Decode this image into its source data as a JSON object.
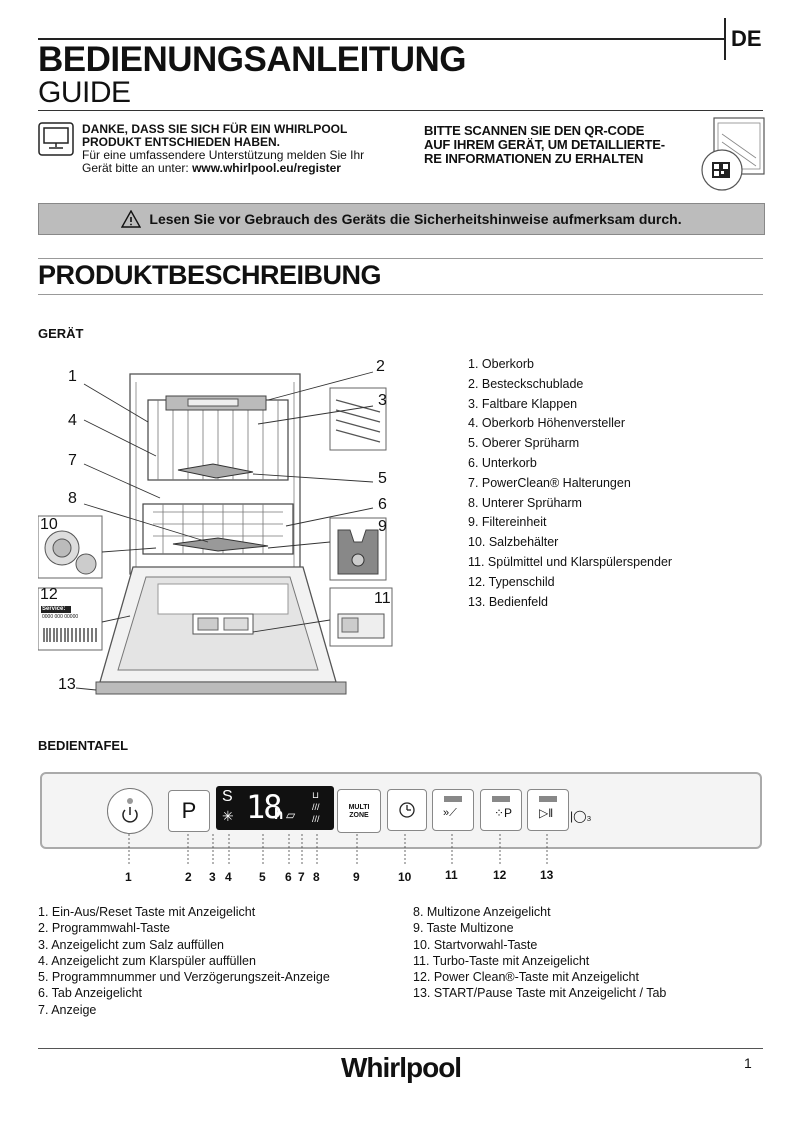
{
  "header": {
    "title": "BEDIENUNGSANLEITUNG",
    "subtitle": "GUIDE",
    "language": "DE"
  },
  "intro": {
    "thanks_line1": "DANKE, DASS SIE SICH FÜR EIN WHIRLPOOL",
    "thanks_line2": "PRODUKT ENTSCHIEDEN HABEN.",
    "support_line1": "Für eine umfassendere Unterstützung melden Sie Ihr",
    "support_line2_prefix": "Gerät bitte an unter: ",
    "support_url": "www.whirlpool.eu/register",
    "qr_line1": "BITTE SCANNEN SIE DEN QR-CODE",
    "qr_line2": "AUF IHREM GERÄT, UM DETAILLIERTE-",
    "qr_line3": "RE INFORMATIONEN ZU ERHALTEN"
  },
  "warning": "Lesen Sie vor Gebrauch des Geräts die Sicherheitshinweise aufmerksam durch.",
  "section_title": "PRODUKTBESCHREIBUNG",
  "device": {
    "heading": "GERÄT",
    "parts": [
      "1.  Oberkorb",
      "2.  Besteckschublade",
      "3.  Faltbare Klappen",
      "4.  Oberkorb Höhenversteller",
      "5.  Oberer Sprüharm",
      "6.  Unterkorb",
      "7.  PowerClean® Halterungen",
      "8.  Unterer Sprüharm",
      "9.  Filtereinheit",
      "10.  Salzbehälter",
      "11.  Spülmittel und Klarspülerspender",
      "12.  Typenschild",
      "13.  Bedienfeld"
    ],
    "callouts": [
      "1",
      "2",
      "3",
      "4",
      "5",
      "6",
      "7",
      "8",
      "9",
      "10",
      "11",
      "12",
      "13"
    ],
    "service_label": "Service:",
    "service_number": "0000 000 00000"
  },
  "panel": {
    "heading": "BEDIENTAFEL",
    "program_key": "P",
    "multizone_line1": "MULTI",
    "multizone_line2": "ZONE",
    "display_digits": "18",
    "display_h": "h",
    "numbers": [
      "1",
      "2",
      "3",
      "4",
      "5",
      "6",
      "7",
      "8",
      "9",
      "10",
      "11",
      "12",
      "13"
    ],
    "controls_left": [
      "1.  Ein-Aus/Reset Taste mit Anzeigelicht",
      "2.  Programmwahl-Taste",
      "3.  Anzeigelicht zum Salz auffüllen",
      "4.  Anzeigelicht zum Klarspüler auffüllen",
      "5.  Programmnummer und Verzögerungszeit-Anzeige",
      "6.  Tab Anzeigelicht",
      "7.  Anzeige"
    ],
    "controls_right": [
      "8.  Multizone Anzeigelicht",
      "9.  Taste Multizone",
      "10.  Startvorwahl-Taste",
      "11.  Turbo-Taste mit Anzeigelicht",
      "12.  Power Clean®-Taste mit Anzeigelicht",
      "13.  START/Pause Taste mit Anzeigelicht / Tab"
    ]
  },
  "footer": {
    "logo": "Whirlpool",
    "page_number": "1"
  }
}
